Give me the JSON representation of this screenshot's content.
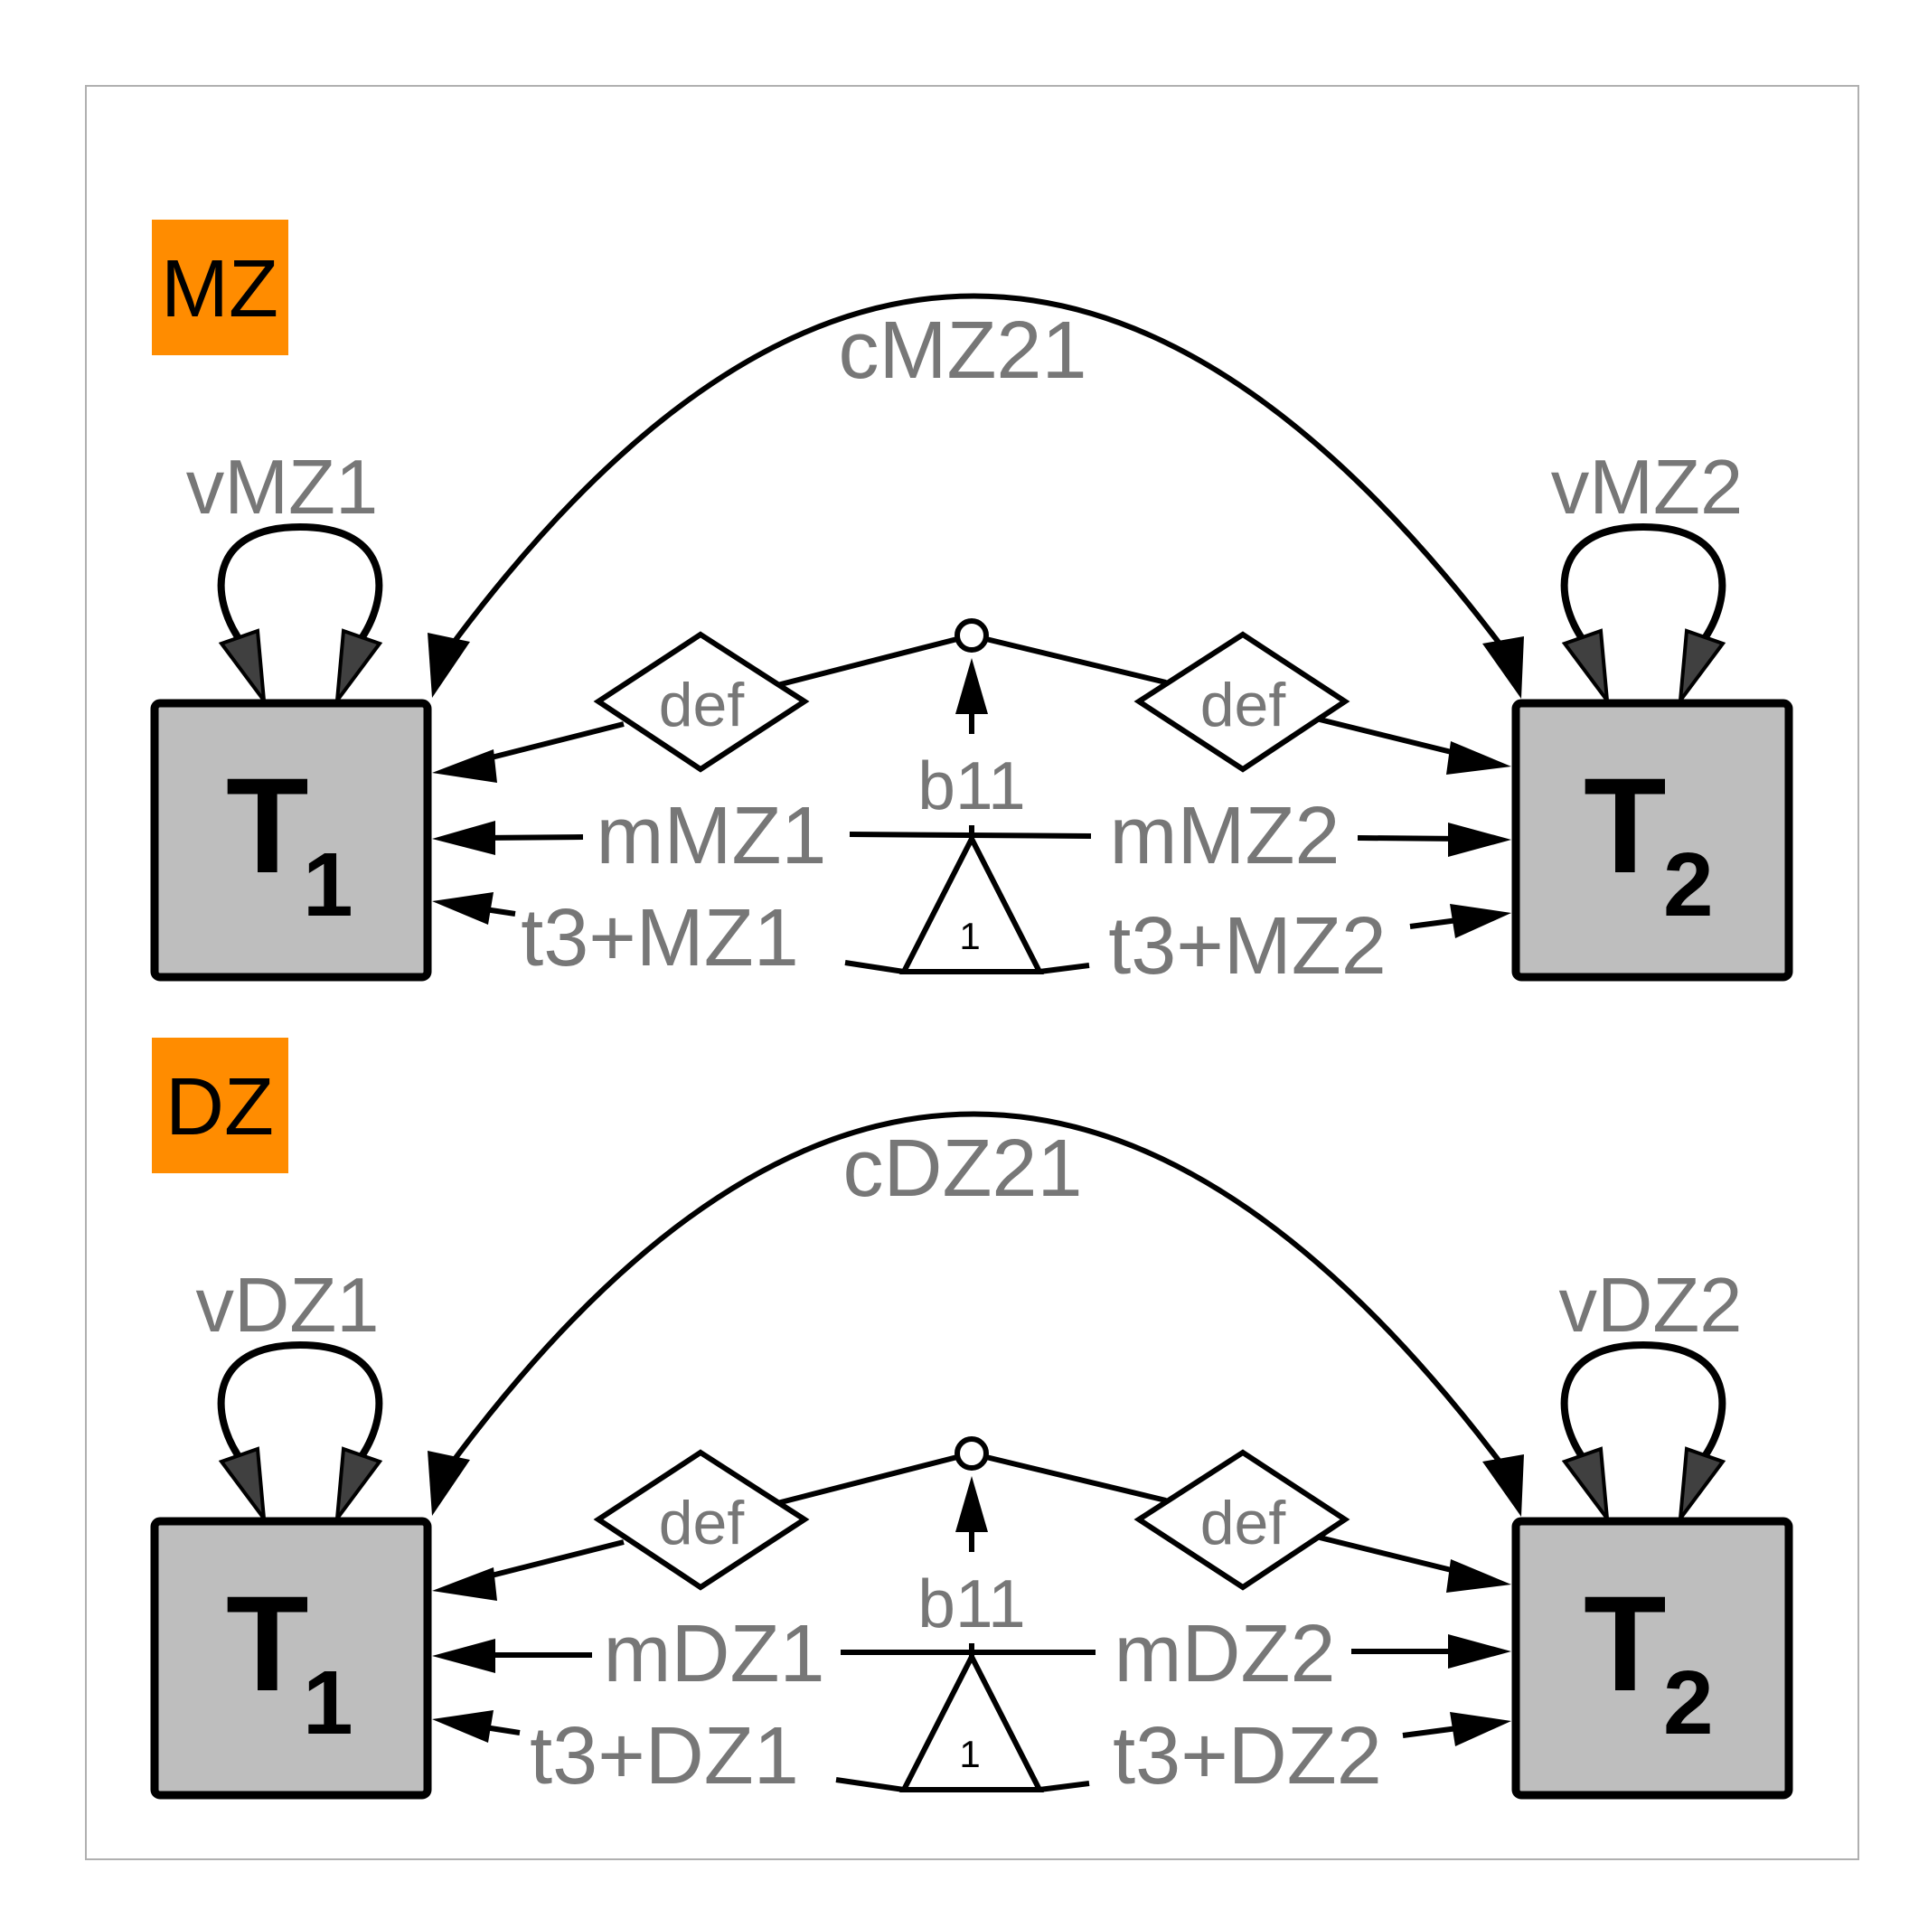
{
  "colors": {
    "group_label_bg": "#FF8C00",
    "node_fill": "#BEBEBE",
    "label_text": "#777777",
    "loop_arrowhead": "#404040"
  },
  "groups": [
    {
      "name": "MZ",
      "nodes": {
        "t1": {
          "main": "T",
          "sub": "1"
        },
        "t2": {
          "main": "T",
          "sub": "2"
        }
      },
      "covariance_label": "cMZ21",
      "variance_labels": [
        "vMZ1",
        "vMZ2"
      ],
      "definition_labels": [
        "def",
        "def"
      ],
      "regression_label": "b11",
      "mean_labels": [
        "mMZ1",
        "mMZ2"
      ],
      "threshold_labels": [
        "t3+MZ1",
        "t3+MZ2"
      ],
      "constant_label": "1"
    },
    {
      "name": "DZ",
      "nodes": {
        "t1": {
          "main": "T",
          "sub": "1"
        },
        "t2": {
          "main": "T",
          "sub": "2"
        }
      },
      "covariance_label": "cDZ21",
      "variance_labels": [
        "vDZ1",
        "vDZ2"
      ],
      "definition_labels": [
        "def",
        "def"
      ],
      "regression_label": "b11",
      "mean_labels": [
        "mDZ1",
        "mDZ2"
      ],
      "threshold_labels": [
        "t3+DZ1",
        "t3+DZ2"
      ],
      "constant_label": "1"
    }
  ]
}
